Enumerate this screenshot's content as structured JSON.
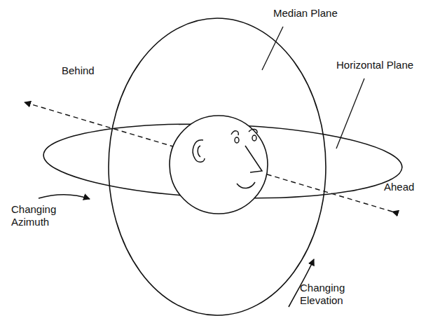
{
  "diagram": {
    "labels": [
      "Median Plane",
      "Behind",
      "Horizontal Plane",
      "Ahead",
      "Changing Azimuth",
      "Changing Elevation"
    ]
  }
}
